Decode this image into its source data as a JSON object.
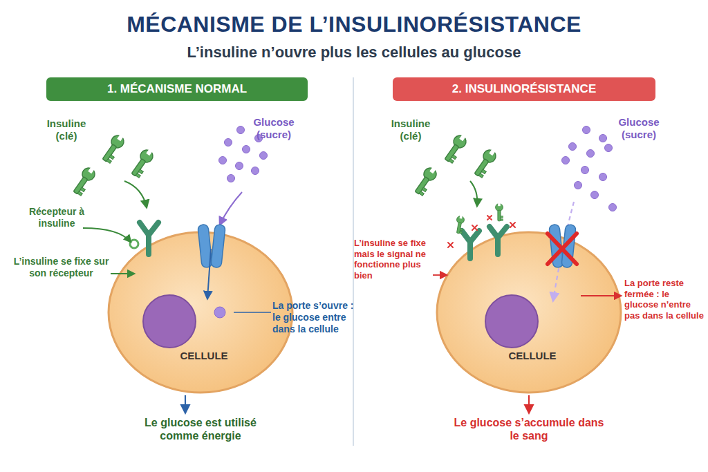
{
  "diagram": {
    "title": "MÉCANISME DE L’INSULINORÉSISTANCE",
    "nodes": [
      {
        "text": [
          "1. MÉCANISME NORMAL"
        ]
      },
      {
        "text": [
          "CELLULE"
        ]
      },
      {
        "text": [
          "2. INSULINORÉSISTANCE"
        ]
      },
      {
        "text": [
          "CELLULE"
        ]
      }
    ],
    "labels": [
      "L’insuline n’ouvre plus les cellules au glucose",
      "Insuline (clé)",
      "Glucose (sucre)",
      "Récepteur à insuline",
      "L’insuline se fixe sur son récepteur",
      "La porte s’ouvre : le glucose entre dans la cellule",
      "Le glucose est utilisé comme énergie",
      "Insuline (clé)",
      "Glucose (sucre)",
      "L’insuline se fixe mais le signal ne fonctionne plus bien",
      "La porte reste fermée : le glucose n’entre pas dans la cellule",
      "Le glucose s’accumule dans le sang"
    ]
  }
}
